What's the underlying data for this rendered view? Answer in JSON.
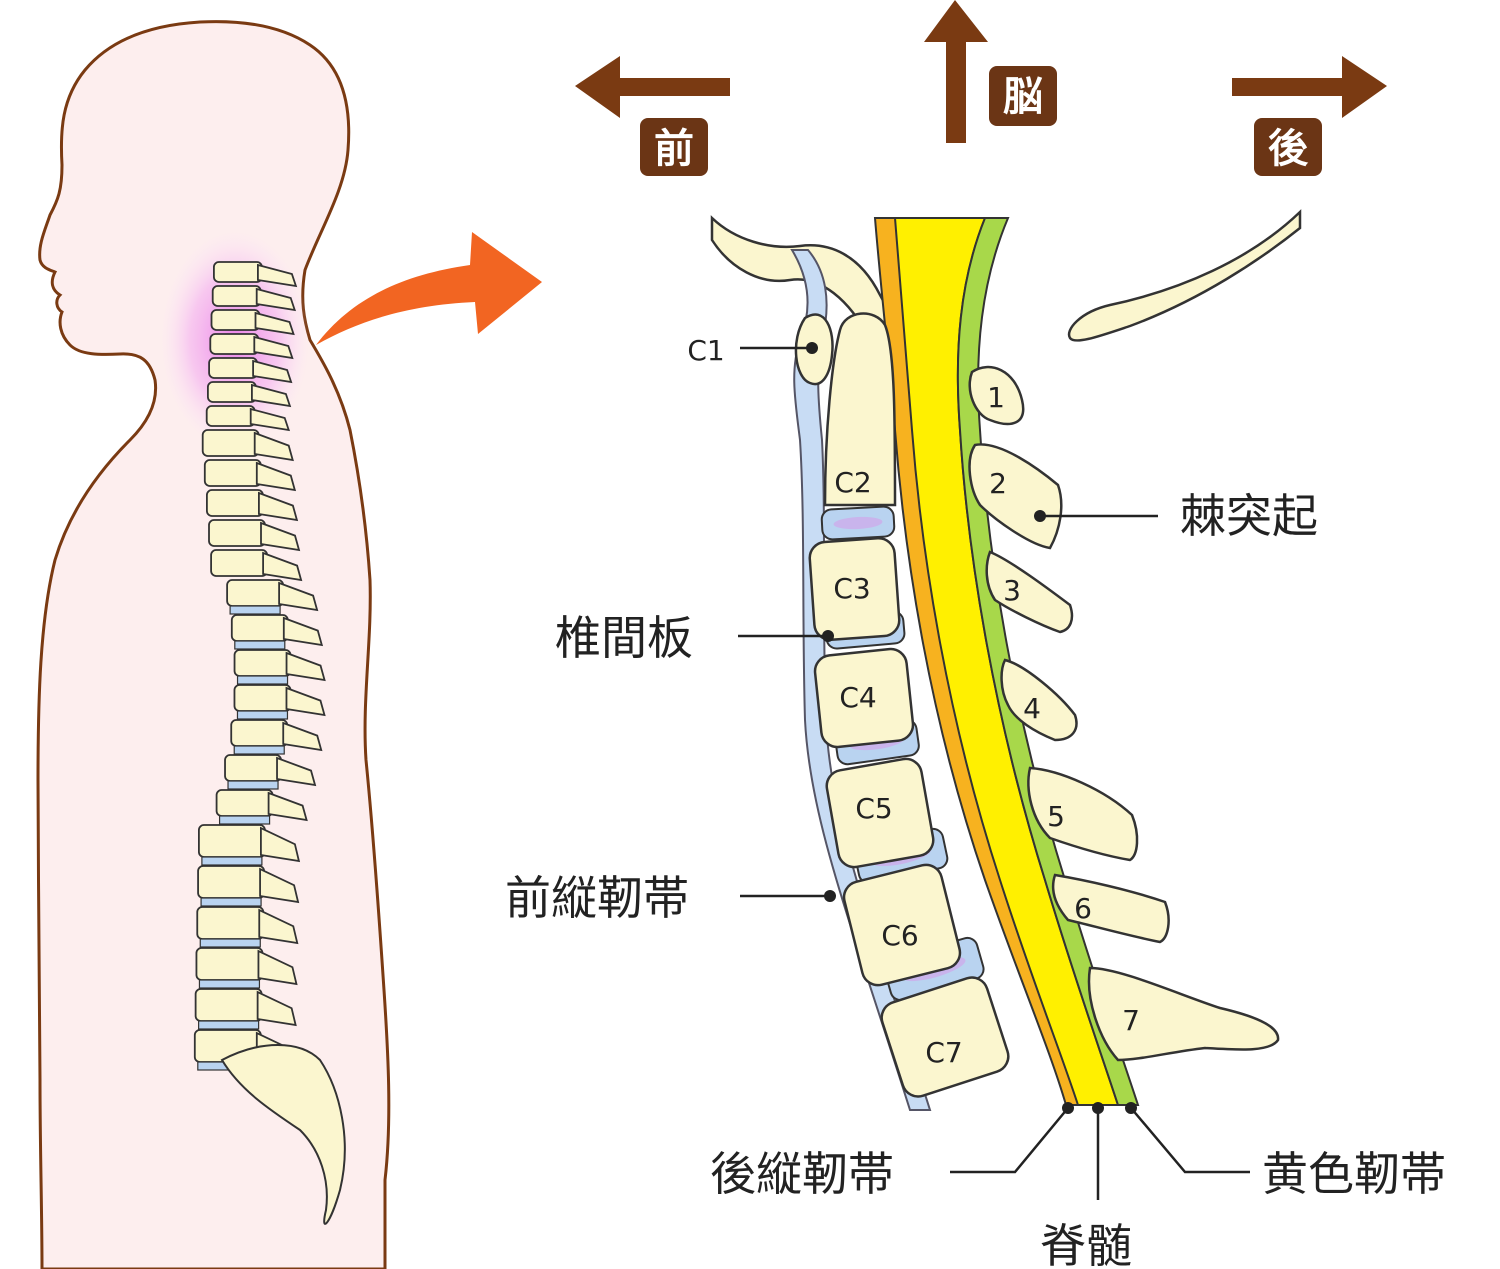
{
  "directions": {
    "front": "前",
    "brain": "脳",
    "back": "後"
  },
  "vertebrae": [
    "C1",
    "C2",
    "C3",
    "C4",
    "C5",
    "C6",
    "C7"
  ],
  "spinous_numbers": [
    "1",
    "2",
    "3",
    "4",
    "5",
    "6",
    "7"
  ],
  "labels": {
    "spinous_process": "棘突起",
    "intervertebral_disc": "椎間板",
    "anterior_longitudinal_ligament": "前縦靭帯",
    "posterior_longitudinal_ligament": "後縦靭帯",
    "spinal_cord": "脊髄",
    "ligamentum_flavum": "黄色靭帯"
  },
  "colors": {
    "arrow_brown": "#7a3a12",
    "label_box": "#6b3515",
    "highlight_arrow": "#f26522",
    "bone": "#fbf6cf",
    "disc": "#b9d3f0",
    "spinal_cord": "#fff000",
    "ligament_orange": "#f7b21f",
    "ligament_green": "#a8d84a",
    "skin": "#fdeeee",
    "outline": "#7a3a12"
  }
}
